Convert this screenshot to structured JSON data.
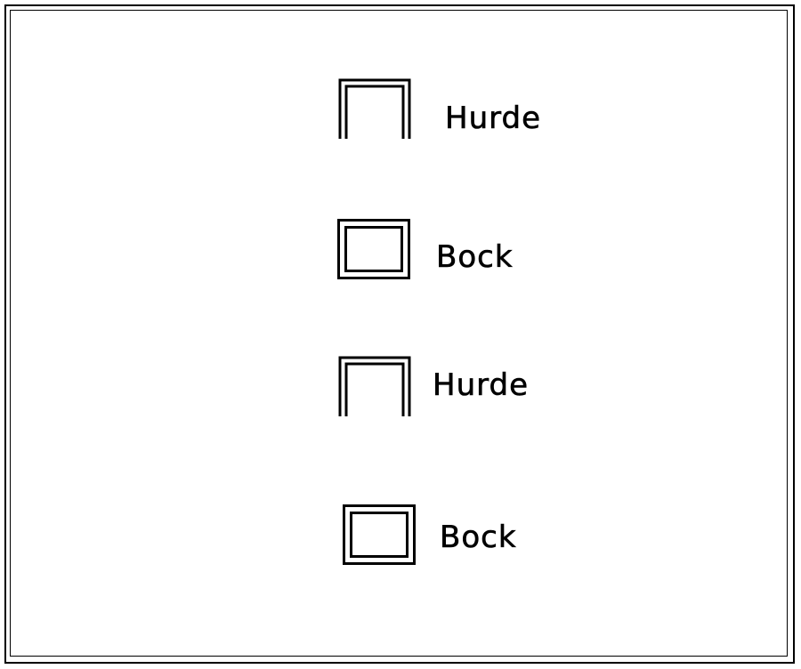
{
  "legend": {
    "items": [
      {
        "symbol": "hurdle-symbol",
        "label": "Hurde"
      },
      {
        "symbol": "box-symbol",
        "label": "Bock"
      },
      {
        "symbol": "hurdle-symbol",
        "label": "Hurde"
      },
      {
        "symbol": "box-symbol",
        "label": "Bock"
      }
    ]
  }
}
